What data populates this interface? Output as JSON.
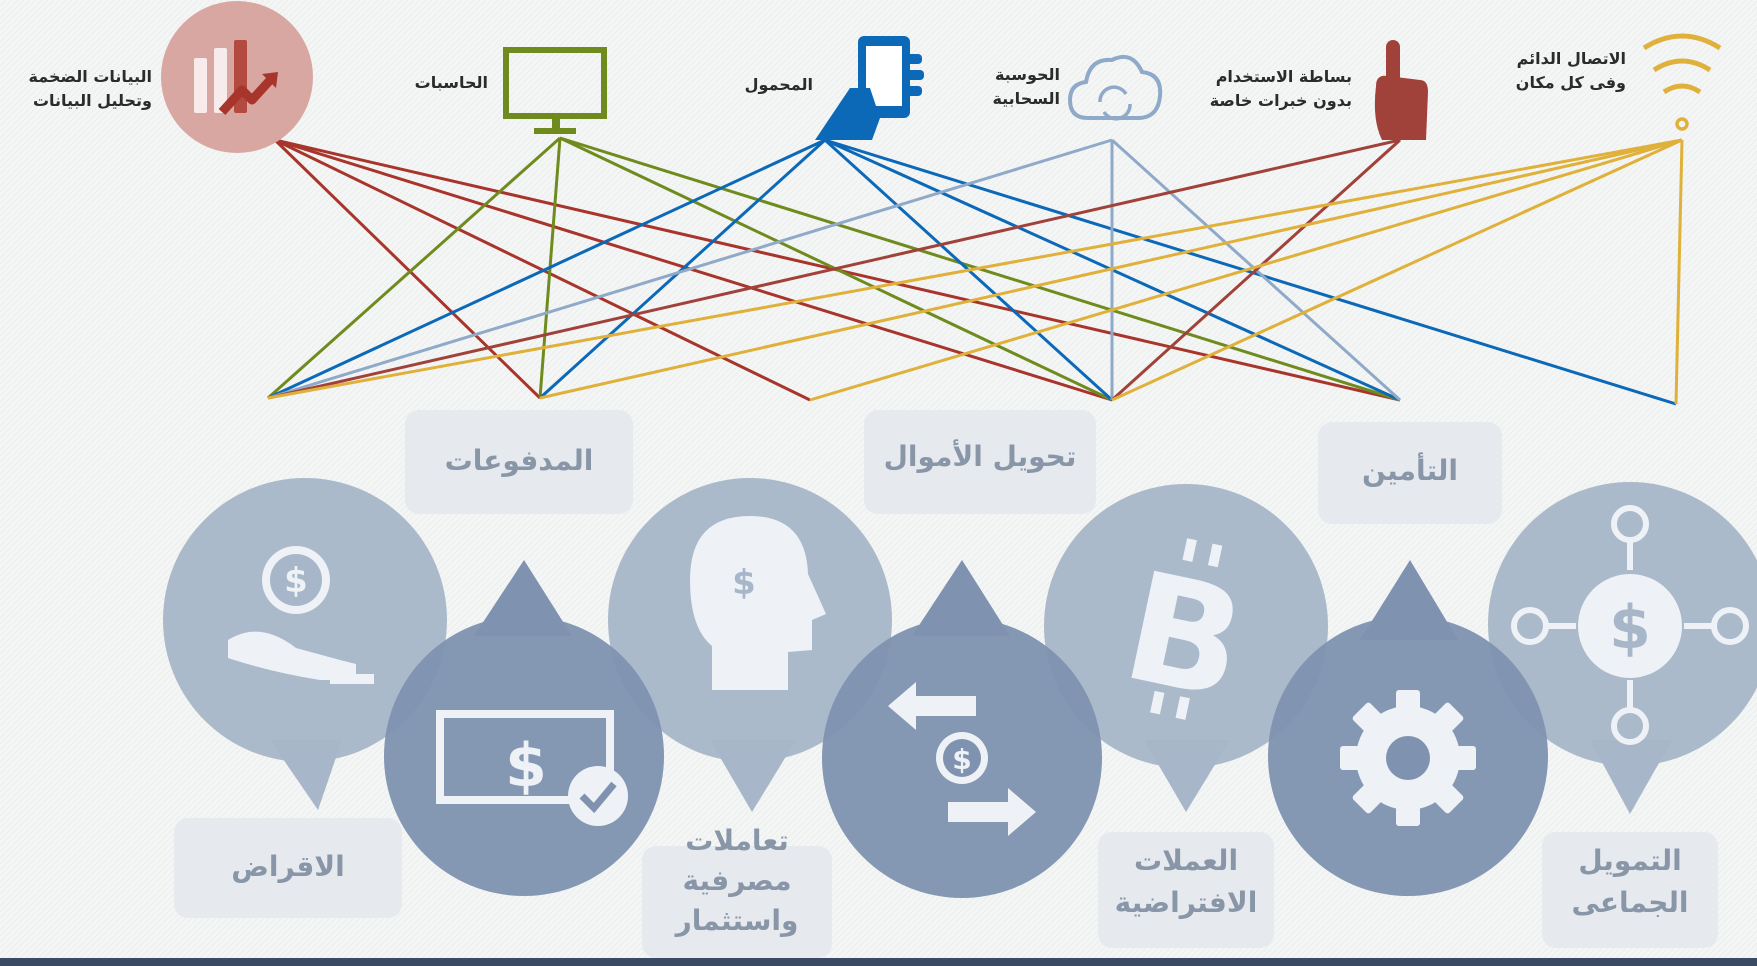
{
  "technologies": [
    {
      "id": "big-data",
      "lines": [
        "البيانات الضخمة",
        "وتحليل البيانات"
      ],
      "icon": "bar-chart-trend-icon",
      "color": "#a8352b"
    },
    {
      "id": "computers",
      "lines": [
        "الحاسبات"
      ],
      "icon": "monitor-icon",
      "color": "#6f8b1d"
    },
    {
      "id": "mobile",
      "lines": [
        "المحمول"
      ],
      "icon": "hand-phone-icon",
      "color": "#0b69b8"
    },
    {
      "id": "cloud",
      "lines": [
        "الحوسبة",
        "السحابية"
      ],
      "icon": "cloud-sync-icon",
      "color": "#8fa9c9"
    },
    {
      "id": "ease",
      "lines": [
        "بساطة الاستخدام",
        "بدون خبرات خاصة"
      ],
      "icon": "pointing-hand-icon",
      "color": "#a0423a"
    },
    {
      "id": "connectivity",
      "lines": [
        "الاتصال الدائم",
        "وفى كل مكان"
      ],
      "icon": "wifi-icon",
      "color": "#e0b13a"
    }
  ],
  "services": [
    {
      "id": "payments",
      "label": [
        "المدفوعات"
      ]
    },
    {
      "id": "transfers",
      "label": [
        "تحويل الأموال"
      ]
    },
    {
      "id": "insurance",
      "label": [
        "التأمين"
      ]
    },
    {
      "id": "lending",
      "label": [
        "الاقراض"
      ]
    },
    {
      "id": "banking",
      "label": [
        "تعاملات",
        "مصرفية",
        "واستثمار"
      ]
    },
    {
      "id": "crypto",
      "label": [
        "العملات",
        "الافتراضية"
      ]
    },
    {
      "id": "crowdfunding",
      "label": [
        "التمويل",
        "الجماعى"
      ]
    }
  ],
  "icons": {
    "lending": "money-hand-icon",
    "banking": "money-check-icon",
    "advice": "head-dollar-icon",
    "transfers": "transfer-arrows-icon",
    "crypto": "bitcoin-icon",
    "insurance": "gear-icon",
    "crowdfunding": "dollar-network-icon"
  }
}
